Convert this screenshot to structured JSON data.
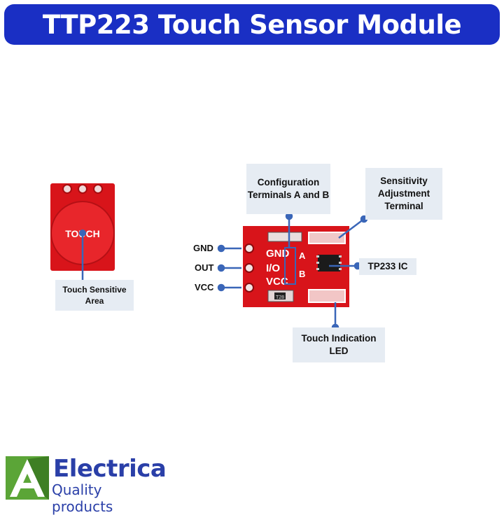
{
  "title": "TTP223 Touch Sensor Module",
  "small_module": {
    "pad_text": "TOUCH"
  },
  "callouts": {
    "touch_area": "Touch Sensitive Area",
    "config": "Configuration Terminals A and B",
    "sensitivity": "Sensitivity Adjustment Terminal",
    "ic": "TP233 IC",
    "led": "Touch Indication LED"
  },
  "pins": [
    "GND",
    "OUT",
    "VCC"
  ],
  "board_silkscreen": {
    "pins": [
      "GND",
      "I/O",
      "VCC"
    ],
    "terminals": [
      "A",
      "B"
    ],
    "chip_text": "T28"
  },
  "brand": {
    "name": "Electrica",
    "tagline": "Quality products"
  },
  "colors": {
    "banner": "#1a2fc4",
    "board": "#d8141a",
    "callout_line": "#3a66b8",
    "label_bg": "#e6ecf3"
  }
}
